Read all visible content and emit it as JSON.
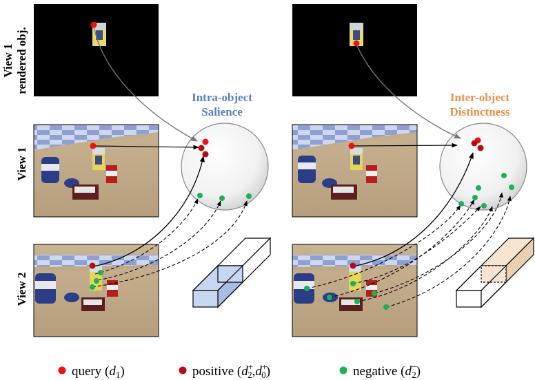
{
  "row_labels": {
    "view1_rendered_line1": "View 1",
    "view1_rendered_line2": "rendered obj.",
    "view1": "View 1",
    "view2": "View 2"
  },
  "titles": {
    "left_line1": "Intra-object",
    "left_line2": "Salience",
    "right_line1": "Inter-object",
    "right_line2": "Distinctness"
  },
  "legend": {
    "query_label": "query",
    "query_math": "d",
    "query_sub": "1",
    "positive_label": "positive",
    "positive_math_a": "d",
    "positive_sub_a": "2",
    "positive_sup_a": "+",
    "positive_math_b": "d",
    "positive_sub_b": "0",
    "positive_sup_b": "+",
    "negative_label": "negative",
    "negative_math": "d",
    "negative_sub": "2",
    "negative_sup": "−"
  },
  "colors": {
    "query": "#ee1111",
    "positive": "#b21010",
    "negative": "#17b25a",
    "salience_accent": "#5b7fc4",
    "distinctness_accent": "#e8914a",
    "salience_box_fill": "#c7d6f1",
    "distinctness_box_fill": "#f6e4d1"
  }
}
